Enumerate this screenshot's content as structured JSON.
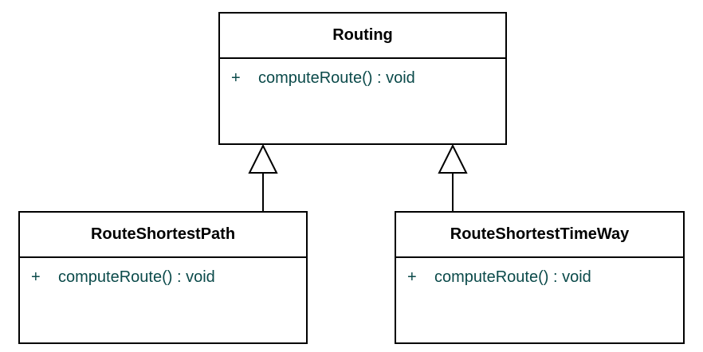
{
  "classes": {
    "routing": {
      "name": "Routing",
      "operation": {
        "visibility": "+",
        "signature": "computeRoute() : void"
      }
    },
    "route_shortest_path": {
      "name": "RouteShortestPath",
      "operation": {
        "visibility": "+",
        "signature": "computeRoute() : void"
      }
    },
    "route_shortest_time_way": {
      "name": "RouteShortestTimeWay",
      "operation": {
        "visibility": "+",
        "signature": "computeRoute() : void"
      }
    }
  },
  "relations": [
    {
      "type": "generalization",
      "from": "RouteShortestPath",
      "to": "Routing"
    },
    {
      "type": "generalization",
      "from": "RouteShortestTimeWay",
      "to": "Routing"
    }
  ],
  "colors": {
    "border": "#000000",
    "operation_text": "#0b4a4a",
    "background": "#ffffff"
  }
}
